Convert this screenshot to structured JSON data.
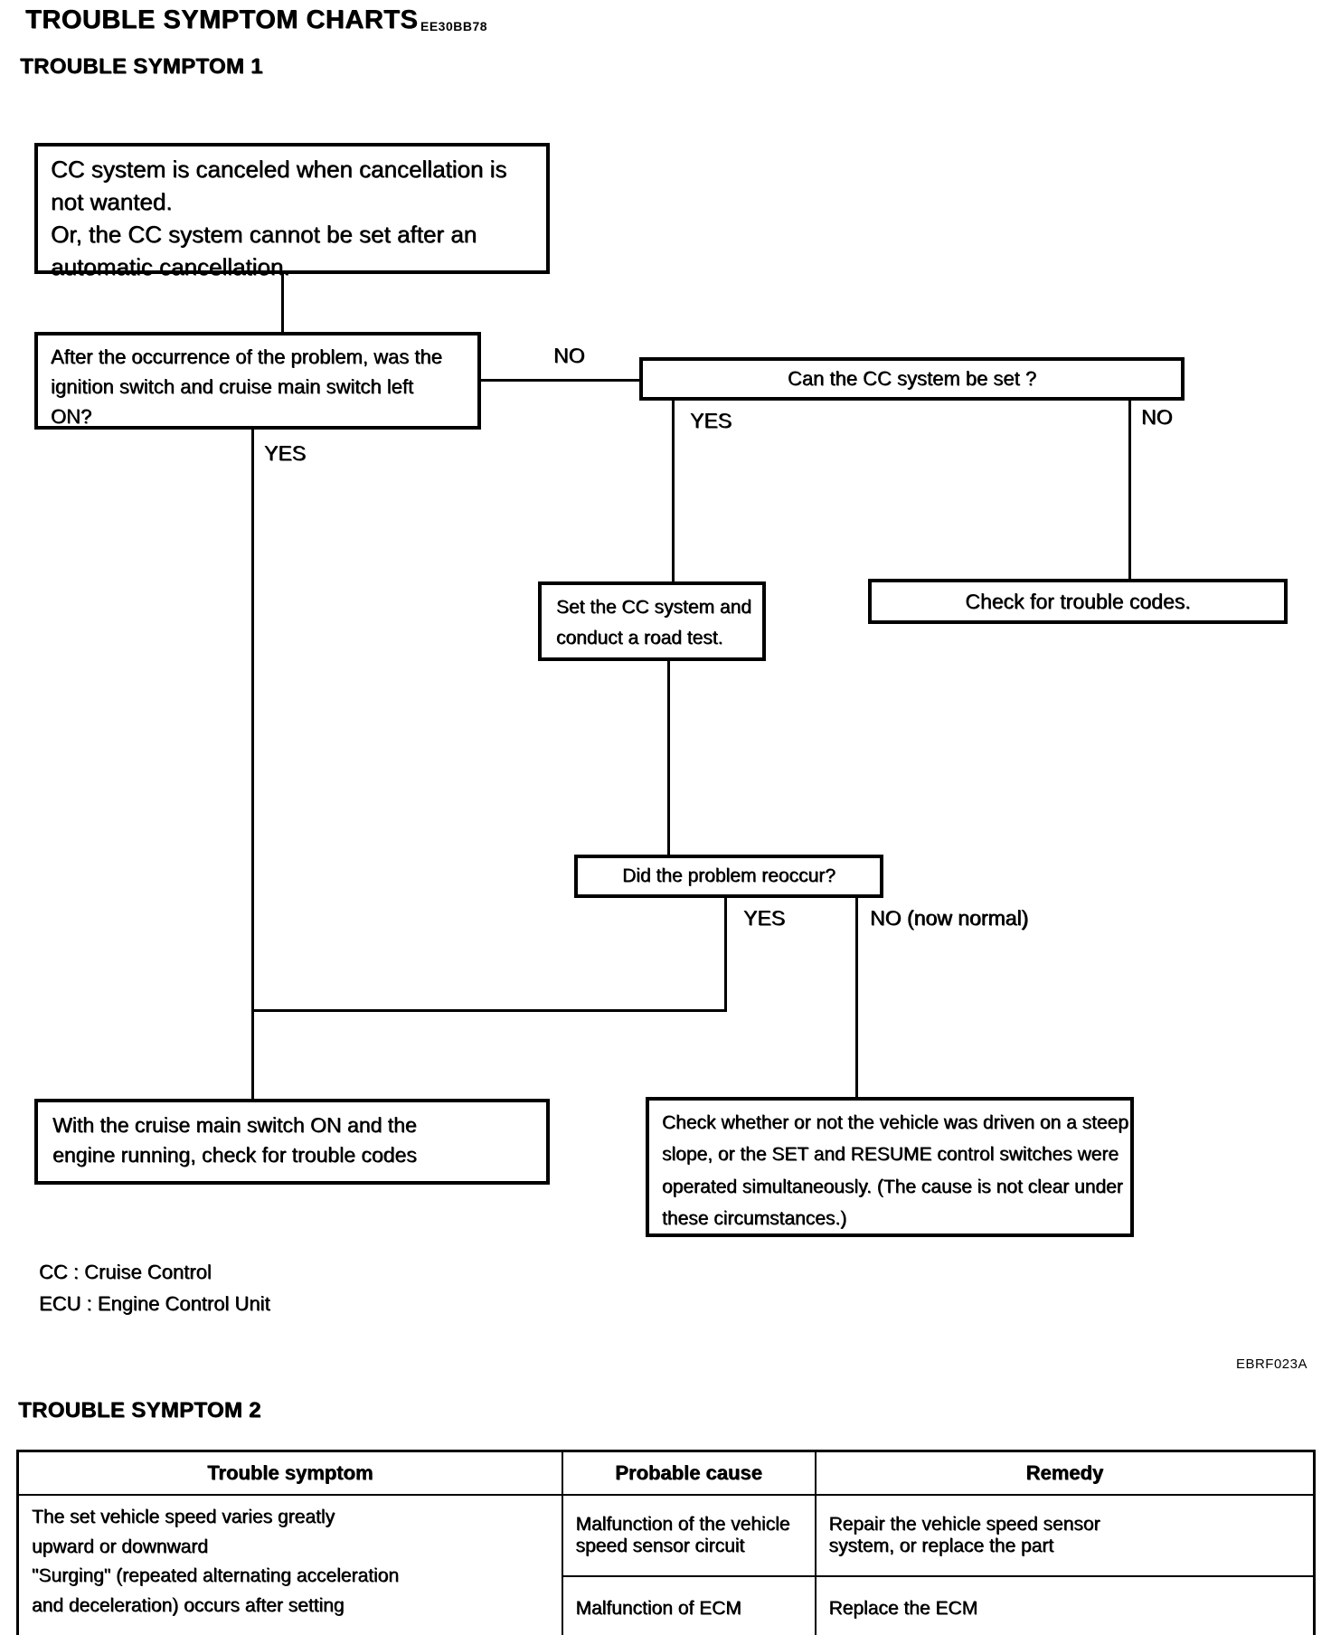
{
  "page": {
    "title": "TROUBLE SYMPTOM CHARTS",
    "title_code": "EE30BB78",
    "figure_code": "EBRF023A",
    "ink_color": "#000000",
    "paper_color": "#ffffff"
  },
  "sections": {
    "symptom1_heading": "TROUBLE SYMPTOM 1",
    "symptom2_heading": "TROUBLE SYMPTOM 2"
  },
  "flowchart": {
    "start": "CC system is canceled when cancellation is\nnot wanted.\nOr, the CC system cannot be set after an\nautomatic cancellation.",
    "q_ignition": "After the occurrence of the problem, was the\nignition switch and cruise main switch left\nON?",
    "q_can_set": "Can the CC system be set ?",
    "a_road_test": "Set the CC system and\nconduct a road test.",
    "a_check_codes": "Check for trouble codes.",
    "q_reoccur": "Did the problem reoccur?",
    "a_check_codes_engine": "With the cruise main switch ON and the\nengine running, check for trouble codes",
    "a_check_slope": "Check whether or not the vehicle was driven on a steep\nslope, or the SET and RESUME control switches were\noperated simultaneously. (The cause is not clear under\nthese circumstances.)",
    "labels": {
      "ignition_no": "NO",
      "ignition_yes": "YES",
      "can_set_yes": "YES",
      "can_set_no": "NO",
      "reoccur_yes": "YES",
      "reoccur_no": "NO (now normal)"
    }
  },
  "legend": {
    "cc": "CC : Cruise Control",
    "ecu": "ECU : Engine Control Unit"
  },
  "table": {
    "headers": [
      "Trouble symptom",
      "Probable cause",
      "Remedy"
    ],
    "symptom": "The set vehicle speed varies greatly\nupward or downward\n\"Surging\" (repeated alternating acceleration\nand deceleration) occurs after setting",
    "rows": [
      {
        "cause": "Malfunction of the vehicle\nspeed sensor circuit",
        "remedy": "Repair the vehicle speed sensor\nsystem, or replace the part"
      },
      {
        "cause": "Malfunction of ECM",
        "remedy": "Replace the ECM"
      }
    ]
  }
}
